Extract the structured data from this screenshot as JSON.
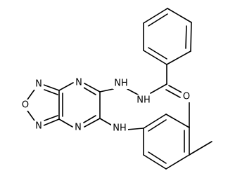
{
  "molecule": {
    "atoms": {
      "n_pyrazine_top": "N",
      "n_pyrazine_bottom": "N",
      "n_furazan_top": "N",
      "o_furazan": "O",
      "n_furazan_bottom": "N",
      "nh_hydrazide_1": "NH",
      "nh_hydrazide_2": "NH",
      "o_carbonyl": "O",
      "nh_anilino": "NH"
    }
  }
}
